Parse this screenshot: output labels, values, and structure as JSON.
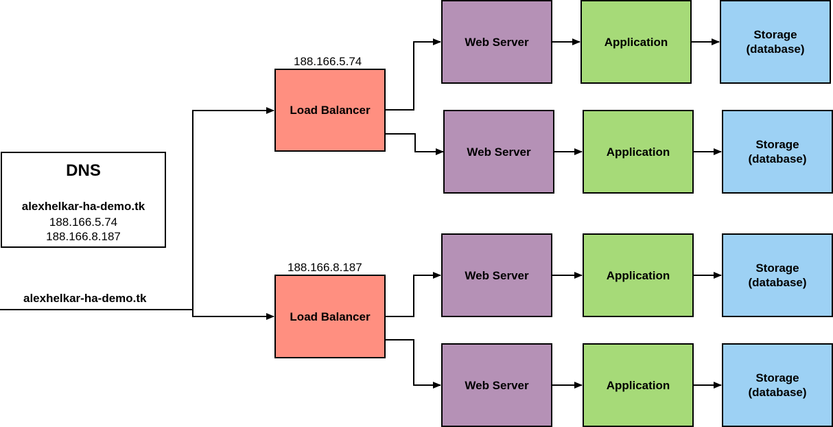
{
  "input_label": "alexhelkar-ha-demo.tk",
  "dns": {
    "title": "DNS",
    "hostname": "alexhelkar-ha-demo.tk",
    "ip_1": "188.166.5.74",
    "ip_2": "188.166.8.187"
  },
  "load_balancers": [
    {
      "ip": "188.166.5.74",
      "label": "Load Balancer"
    },
    {
      "ip": "188.166.8.187",
      "label": "Load Balancer"
    }
  ],
  "chains": [
    {
      "web": "Web Server",
      "app": "Application",
      "storage_1": "Storage",
      "storage_2": "(database)"
    },
    {
      "web": "Web Server",
      "app": "Application",
      "storage_1": "Storage",
      "storage_2": "(database)"
    },
    {
      "web": "Web Server",
      "app": "Application",
      "storage_1": "Storage",
      "storage_2": "(database)"
    },
    {
      "web": "Web Server",
      "app": "Application",
      "storage_1": "Storage",
      "storage_2": "(database)"
    }
  ],
  "colors": {
    "load_balancer": "#ff8f80",
    "web_server": "#b591b6",
    "application": "#a6da78",
    "storage": "#9dd1f4",
    "line": "#000000"
  }
}
